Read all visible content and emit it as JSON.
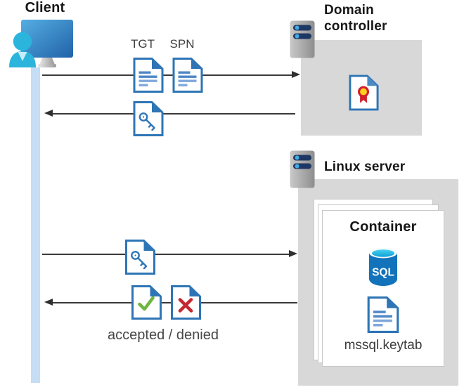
{
  "diagram": {
    "client": {
      "label": "Client"
    },
    "domain_controller": {
      "label": "Domain controller"
    },
    "linux_server": {
      "label": "Linux server"
    },
    "container": {
      "label": "Container",
      "sql_badge": "SQL",
      "keytab_label": "mssql.keytab"
    },
    "messages": {
      "tgt": "TGT",
      "spn": "SPN",
      "response": "accepted / denied"
    },
    "icons": {
      "client": "person-at-monitor-icon",
      "domain_controller": "server-icon",
      "linux_server": "server-icon",
      "ticket_documents": "document-icon",
      "service_ticket": "key-document-icon",
      "certificate": "certificate-icon",
      "database": "sql-database-icon",
      "keytab_file": "document-icon",
      "accepted": "check-document-icon",
      "denied": "x-document-icon"
    },
    "colors": {
      "doc_blue": "#2E75B6",
      "accent_cyan": "#2BB5DC",
      "box_gray": "#D8D8D8",
      "lifeline_blue": "#C5DDF5",
      "check_green": "#71B541",
      "deny_red": "#C5282F",
      "cert_yellow": "#FFD21C",
      "sql_blue": "#1272BA",
      "server_navy": "#1E3865",
      "arrow_gray": "#3A3A3A"
    }
  }
}
